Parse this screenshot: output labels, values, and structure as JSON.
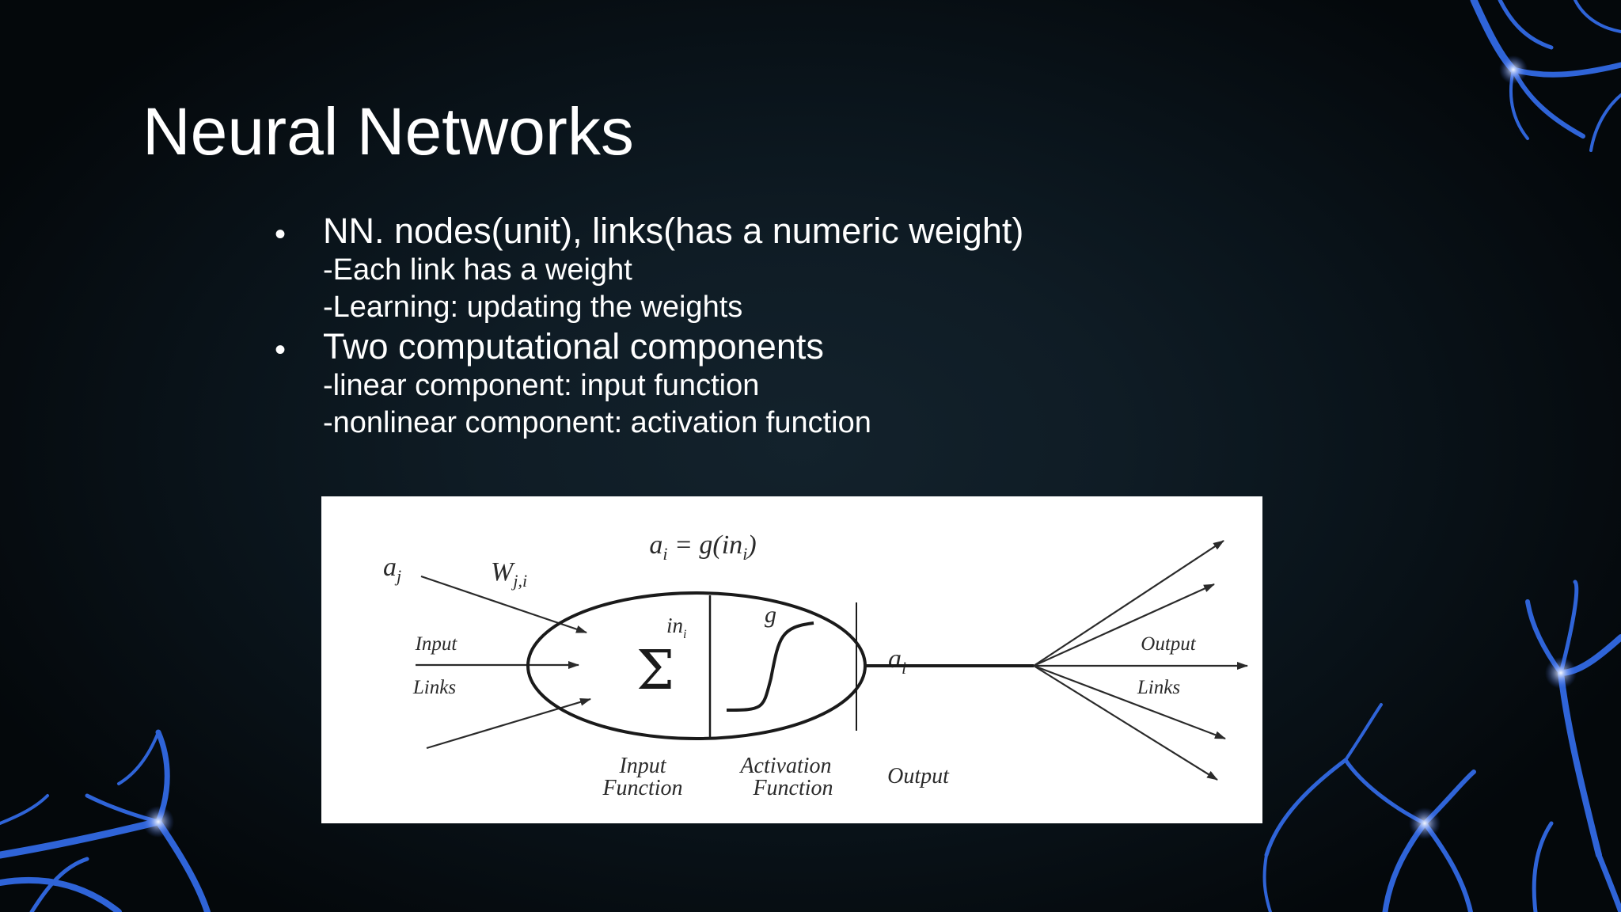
{
  "slide": {
    "title": "Neural Networks",
    "bullets": [
      {
        "text": "NN. nodes(unit), links(has a numeric weight)",
        "subs": [
          "-Each link has a weight",
          "-Learning: updating the weights"
        ]
      },
      {
        "text": "Two computational components",
        "subs": [
          "-linear component: input function",
          "-nonlinear component: activation function"
        ]
      }
    ]
  },
  "diagram": {
    "equation": "a",
    "equation_sub": "i",
    "equation_rest": " = g(in",
    "equation_rest_sub": "i",
    "equation_close": ")",
    "input_activation": "a",
    "input_activation_sub": "j",
    "weight": "W",
    "weight_sub": "j,i",
    "input_links_line1": "Input",
    "input_links_line2": "Links",
    "sum_symbol": "Σ",
    "in_label": "in",
    "in_label_sub": "i",
    "g_label": "g",
    "output_activation": "a",
    "output_activation_sub": "i",
    "output_links_line1": "Output",
    "output_links_line2": "Links",
    "input_function_line1": "Input",
    "input_function_line2": "Function",
    "activation_function_line1": "Activation",
    "activation_function_line2": "Function",
    "output_label": "Output"
  },
  "colors": {
    "background": "#0f1c25",
    "text": "#ffffff",
    "decoration": "#2f64d8",
    "figure_background": "#ffffff",
    "figure_ink": "#2a2a2a"
  }
}
